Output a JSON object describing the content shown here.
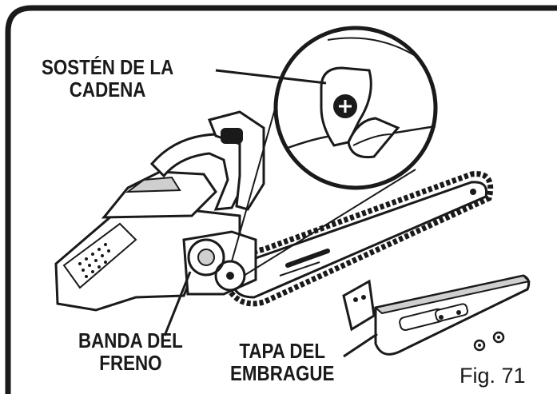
{
  "labels": {
    "chain_holder": [
      "SOSTÉN DE LA",
      "CADENA"
    ],
    "brake_band": [
      "BANDA DEL",
      "FRENO"
    ],
    "clutch_cover": [
      "TAPA DEL",
      "EMBRAGUE"
    ]
  },
  "figure_label": "Fig. 71",
  "icons": {
    "screw": "plus-screw-icon"
  },
  "colors": {
    "line": "#1a1a1a",
    "fill": "#ffffff",
    "shade": "#cfcfcf"
  }
}
